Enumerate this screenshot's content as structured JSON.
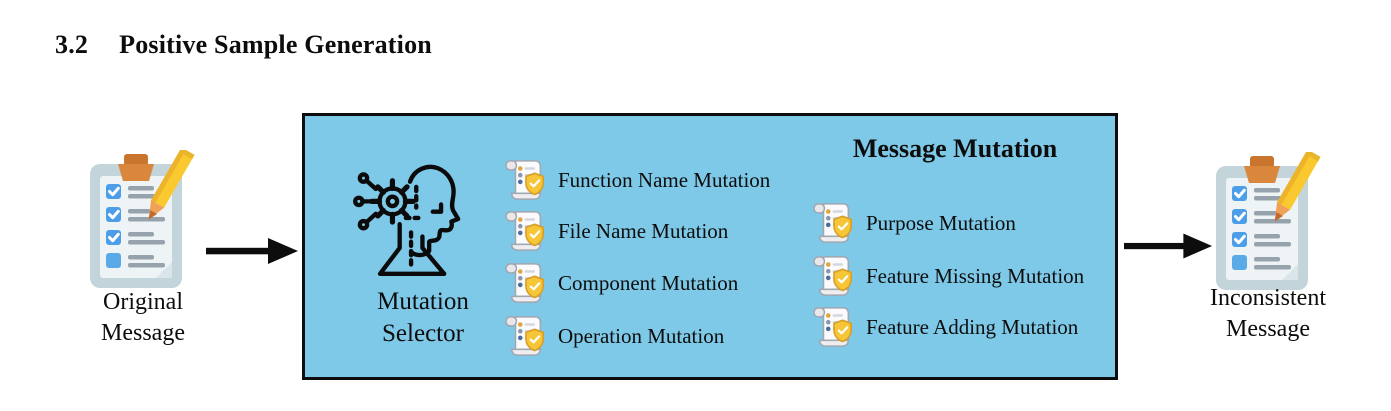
{
  "heading": {
    "number": "3.2",
    "title": "Positive Sample Generation"
  },
  "left_node": {
    "line1": "Original",
    "line2": "Message"
  },
  "right_node": {
    "line1": "Inconsistent",
    "line2": "Message"
  },
  "box": {
    "title": "Message Mutation",
    "selector": {
      "line1": "Mutation",
      "line2": "Selector"
    },
    "mutations_left": [
      "Function Name Mutation",
      "File Name Mutation",
      "Component Mutation",
      "Operation Mutation"
    ],
    "mutations_right": [
      "Purpose Mutation",
      "Feature Missing Mutation",
      "Feature Adding Mutation"
    ]
  },
  "icons": {
    "node": "clipboard-checklist-pencil-icon",
    "selector": "ai-head-gear-icon",
    "mutation": "scroll-shield-check-icon",
    "arrow": "right-arrow-icon"
  },
  "colors": {
    "box_fill": "#7EC9E8",
    "box_border": "#0D0D0D",
    "text": "#0D0D0D",
    "clipboard_board": "#C3D5DB",
    "clipboard_paper": "#EEF4F6",
    "clip_orange": "#D8873C",
    "checkbox_blue": "#4D9EE8",
    "line_gray": "#97A3AC",
    "pencil_yellow": "#F9C92F",
    "shield_gold": "#F7C636"
  }
}
